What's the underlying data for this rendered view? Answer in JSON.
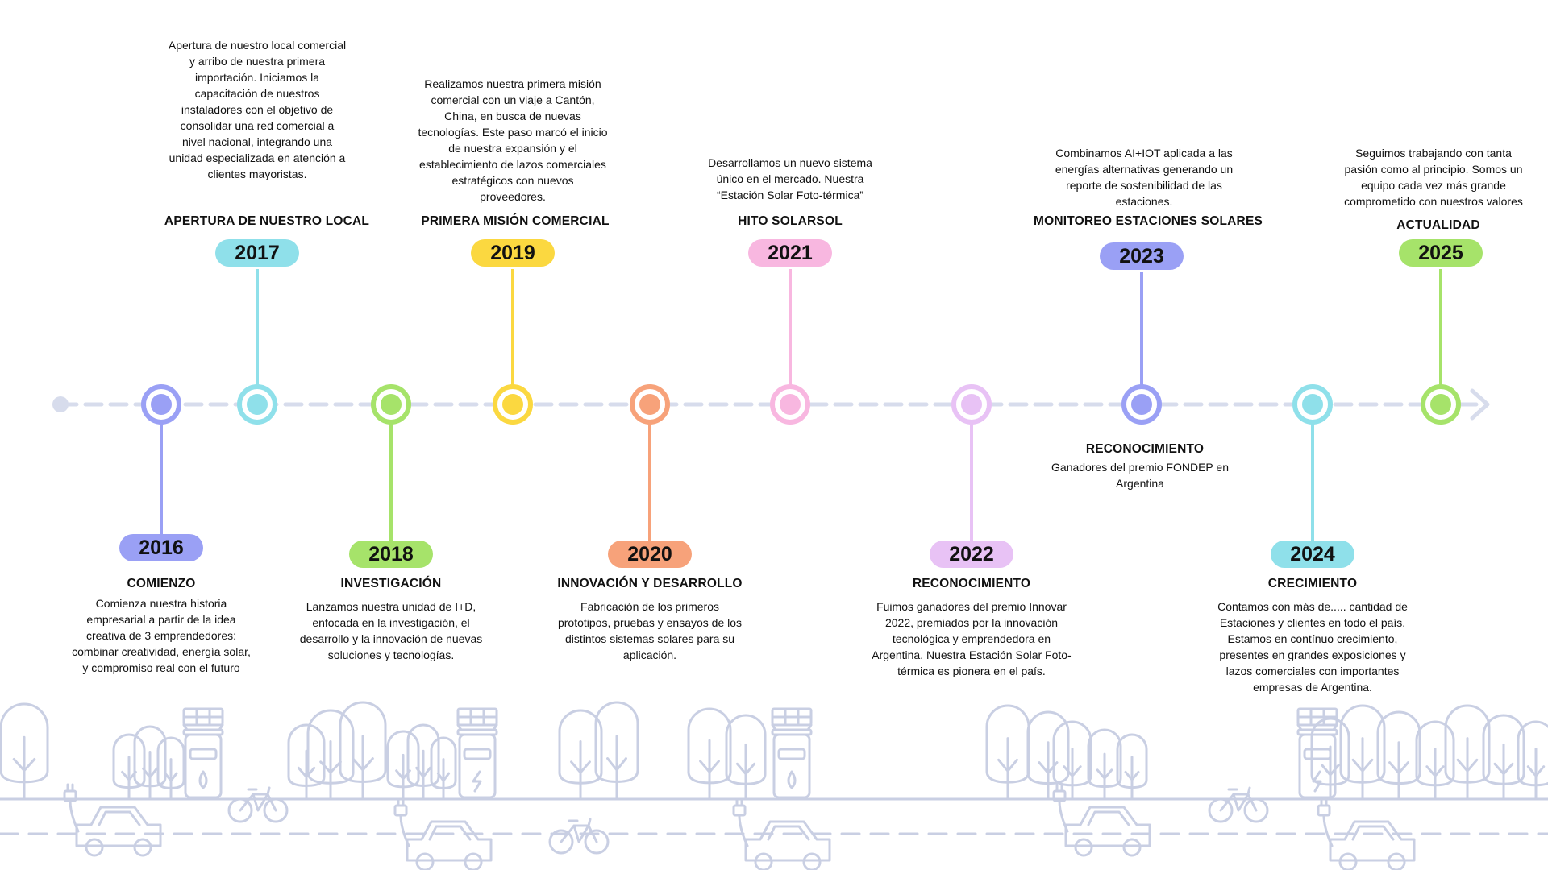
{
  "colors": {
    "track": "#d7dcec",
    "scenery": "#c9cfe3"
  },
  "milestones": [
    {
      "year": "2016",
      "title": "COMIENZO",
      "desc": "Comienza nuestra historia empresarial a partir de la idea creativa de 3 emprendedores: combinar creatividad, energía solar, y compromiso real con el futuro",
      "color": "#9aa0f5",
      "side": "below"
    },
    {
      "year": "2017",
      "title": "APERTURA DE NUESTRO LOCAL",
      "desc": "Apertura de nuestro local comercial y arribo de nuestra primera importación. Iniciamos la capacitación de nuestros instaladores con el objetivo de consolidar una red comercial a nivel nacional, integrando una unidad especializada en atención a clientes mayoristas.",
      "color": "#8fe0ea",
      "side": "above"
    },
    {
      "year": "2018",
      "title": "INVESTIGACIÓN",
      "desc": "Lanzamos nuestra unidad de I+D, enfocada en la investigación, el desarrollo y la innovación de nuevas soluciones y tecnologías.",
      "color": "#a6e36a",
      "side": "below"
    },
    {
      "year": "2019",
      "title": "PRIMERA MISIÓN COMERCIAL",
      "desc": "Realizamos nuestra primera misión comercial con un viaje a Cantón, China, en busca de nuevas tecnologías. Este paso marcó el inicio de nuestra expansión y el establecimiento de lazos comerciales estratégicos con nuevos proveedores.",
      "color": "#fbd840",
      "side": "above"
    },
    {
      "year": "2020",
      "title": "INNOVACIÓN Y DESARROLLO",
      "desc": "Fabricación de los primeros prototipos, pruebas y ensayos de los distintos sistemas solares para su aplicación.",
      "color": "#f7a27a",
      "side": "below"
    },
    {
      "year": "2021",
      "title": "HITO SOLARSOL",
      "desc": "Desarrollamos un nuevo sistema único en el mercado. Nuestra “Estación Solar Foto-térmica”",
      "color": "#f8b7e0",
      "side": "above"
    },
    {
      "year": "2022",
      "title": "RECONOCIMIENTO",
      "desc": "Fuimos ganadores del premio Innovar 2022, premiados por la innovación tecnológica y emprendedora en Argentina. Nuestra Estación Solar Foto-térmica es pionera en el país.",
      "color": "#e8c2f5",
      "side": "below"
    },
    {
      "year": "2023",
      "title": "MONITOREO ESTACIONES SOLARES",
      "desc": "Combinamos AI+IOT aplicada a las energías alternativas generando un reporte de sostenibilidad de las estaciones.",
      "color": "#9aa0f5",
      "side": "above",
      "extra_title": "RECONOCIMIENTO",
      "extra_desc": "Ganadores del premio FONDEP en Argentina"
    },
    {
      "year": "2024",
      "title": "CRECIMIENTO",
      "desc": "Contamos con más de..... cantidad de Estaciones y clientes en todo el país. Estamos en contínuo crecimiento, presentes en grandes exposiciones y lazos comerciales con importantes empresas de Argentina.",
      "color": "#8fe0ea",
      "side": "below"
    },
    {
      "year": "2025",
      "title": "ACTUALIDAD",
      "desc": "Seguimos trabajando con tanta pasión como al principio. Somos un equipo cada vez más grande comprometido con nuestros valores",
      "color": "#a6e36a",
      "side": "above"
    }
  ]
}
